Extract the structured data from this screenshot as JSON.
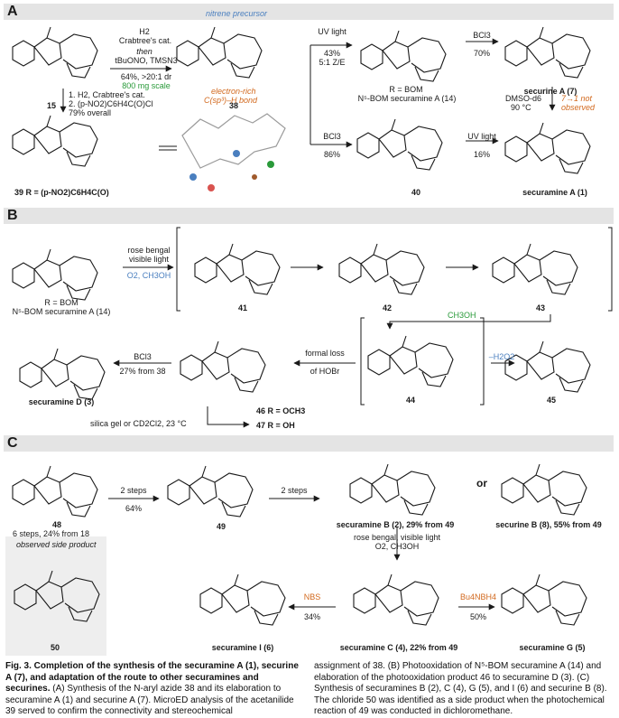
{
  "panels": {
    "A": "A",
    "B": "B",
    "C": "C"
  },
  "colors": {
    "green": "#2a9a3a",
    "orange": "#d2691e",
    "blue": "#4a7fbf",
    "purple": "#8e3a9a"
  },
  "panelA": {
    "cmpd15": "15",
    "cmpd38": "38",
    "cmpd39": "39 R = (p-NO2)C6H4C(O)",
    "cmpd40": "40",
    "nitrene_precursor": "nitrene precursor",
    "electron_rich": "electron-rich",
    "csp3_h": "C(sp³)–H bond",
    "step1_a": "H2",
    "step1_b": "Crabtree's cat.",
    "step1_then": "then",
    "step1_c": "tBuONO, TMSN3",
    "step1_yield": "64%, >20:1 dr",
    "step1_scale": "800 mg scale",
    "step2_1": "1. H2, Crabtree's cat.",
    "step2_2": "2. (p-NO2)C6H4C(O)Cl",
    "step2_3": "79% overall",
    "uv_light": "UV light",
    "uv_yield": "43%",
    "uv_ratio": "5:1 Z/E",
    "r_bom": "R = BOM",
    "n5_bom_securamine_a": "N⁵-BOM securamine A (14)",
    "bcl3": "BCl3",
    "bcl3_yield": "70%",
    "securine_a": "securine A (7)",
    "dmso": "DMSO-d6",
    "temp": "90 °C",
    "not_observed_1": "7→1 not",
    "not_observed_2": "observed",
    "bcl3_b": "BCl3",
    "bcl3_b_yield": "86%",
    "uv_light_b": "UV light",
    "uv_b_yield": "16%",
    "securamine_a": "securamine A (1)"
  },
  "panelB": {
    "rose_bengal": "rose bengal",
    "visible_light": "visible light",
    "o2": "O2, CH3OH",
    "r_bom": "R = BOM",
    "n5_bom": "N⁵-BOM securamine A (14)",
    "cmpd41": "41",
    "cmpd42": "42",
    "cmpd43": "43",
    "cmpd44": "44",
    "cmpd45": "45",
    "ch3oh": "CH3OH",
    "formal_loss": "formal loss",
    "of_hobr": "of HOBr",
    "minus_h2o2": "–H2O2",
    "bcl3": "BCl3",
    "bcl3_yield": "27% from 38",
    "securamine_d": "securamine D (3)",
    "silica": "silica gel or CD2Cl2, 23 °C",
    "cmpd46": "46 R = OCH3",
    "cmpd47": "47 R = OH"
  },
  "panelC": {
    "cmpd48": "48",
    "cmpd48_yield": "6 steps, 24% from 18",
    "two_steps_1": "2 steps",
    "two_steps_1_yield": "64%",
    "cmpd49": "49",
    "two_steps_2": "2 steps",
    "securamine_b": "securamine B (2), 29% from 49",
    "or": "or",
    "securine_b": "securine B (8), 55% from 49",
    "side_product_title": "observed side product",
    "cmpd50": "50",
    "rose_bengal": "rose bengal, visible light",
    "o2": "O2, CH3OH",
    "nbs": "NBS",
    "nbs_yield": "34%",
    "bu4nbh4": "Bu4NBH4",
    "bu4nbh4_yield": "50%",
    "securamine_i": "securamine I (6)",
    "securamine_c": "securamine C (4), 22% from 49",
    "securamine_g": "securamine G (5)"
  },
  "caption": {
    "title": "Fig. 3. Completion of the synthesis of the securamine A (1), securine A (7), and adaptation of the route to other securamines and securines.",
    "col1": "(A) Synthesis of the N-aryl azide 38 and its elaboration to securamine A (1) and securine A (7). MicroED analysis of the acetanilide 39 served to confirm the connectivity and stereochemical",
    "col2": "assignment of 38. (B) Photooxidation of N⁵-BOM securamine A (14) and elaboration of the photooxidation product 46 to securamine D (3). (C) Synthesis of securamines B (2), C (4), G (5), and I (6) and securine B (8). The chloride 50 was identified as a side product when the photochemical reaction of 49 was conducted in dichloromethane."
  }
}
